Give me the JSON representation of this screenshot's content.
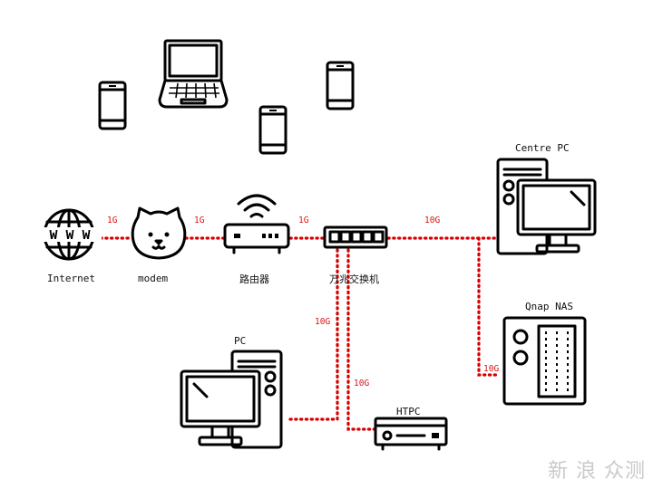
{
  "nodes": {
    "internet": "Internet",
    "modem": "modem",
    "router": "路由器",
    "switch": "万兆交换机",
    "centre_pc": "Centre PC",
    "qnap_nas": "Qnap NAS",
    "pc": "PC",
    "htpc": "HTPC"
  },
  "globe_text": "W W W",
  "links": {
    "internet_modem": "1G",
    "modem_router": "1G",
    "router_switch": "1G",
    "switch_centre_pc": "10G",
    "switch_qnap_nas": "10G",
    "switch_pc": "10G",
    "switch_htpc": "10G"
  },
  "watermark": "新 浪 众测",
  "colors": {
    "link": "#d60000",
    "icon": "#000000",
    "speed_text": "#dd1111"
  }
}
